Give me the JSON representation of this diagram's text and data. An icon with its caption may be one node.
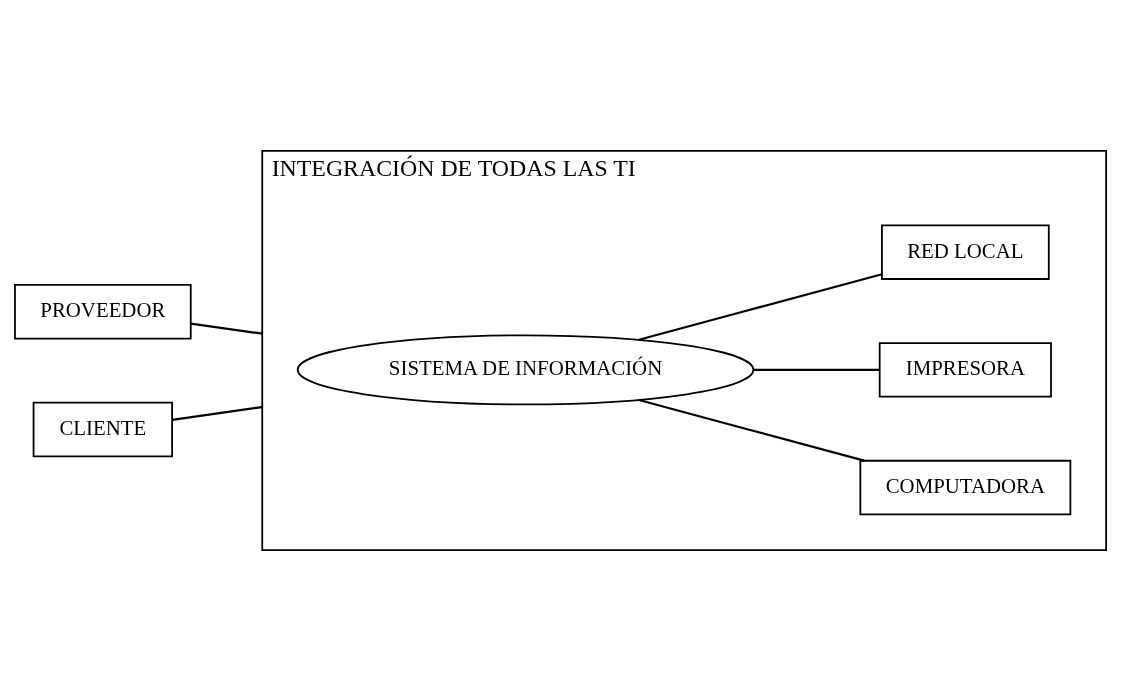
{
  "diagram": {
    "nodes": [
      {
        "text": [
          "INTEGRACIÓN DE TODAS LAS TI"
        ]
      },
      {
        "text": [
          "COMPUTADORA"
        ],
        "in": 0
      },
      {
        "text": [
          "PROVEEDOR"
        ]
      },
      {
        "text": [
          "IMPRESORA"
        ],
        "in": 0
      },
      {
        "text": [
          "SISTEMA DE INFORMACIÓN"
        ],
        "in": 0
      },
      {
        "text": [
          "RED LOCAL"
        ],
        "in": 0
      },
      {
        "text": [
          "CLIENTE"
        ]
      }
    ],
    "edges": [
      {
        "from": 2,
        "to": 0,
        "arrow": "none"
      },
      {
        "from": 4,
        "to": 1,
        "arrow": "none"
      },
      {
        "from": 4,
        "to": 3,
        "arrow": "none"
      },
      {
        "from": 4,
        "to": 5,
        "arrow": "none"
      },
      {
        "from": 6,
        "to": 0,
        "arrow": "none"
      }
    ]
  }
}
